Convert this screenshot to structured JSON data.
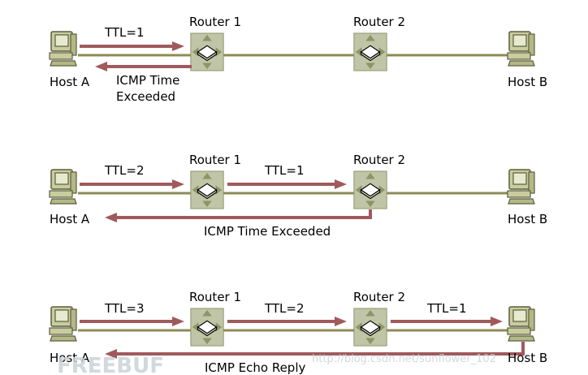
{
  "colors": {
    "link": "#8f8a56",
    "arrow": "#a05a5c",
    "router_fill": "#bfc5a6",
    "router_dark": "#8d9468",
    "host_fill": "#c9cc9c",
    "host_dark": "#5b5e3f",
    "watermark": "#c9d3d6"
  },
  "icons": {
    "host": "computer-icon",
    "router": "router-icon"
  },
  "scenarios": [
    {
      "host_a": "Host A",
      "host_b": "Host B",
      "router1": "Router 1",
      "router2": "Router 2",
      "ttl1": "TTL=1",
      "reply_line1": "ICMP Time",
      "reply_line2": "Exceeded"
    },
    {
      "host_a": "Host A",
      "host_b": "Host B",
      "router1": "Router 1",
      "router2": "Router 2",
      "ttl1": "TTL=2",
      "ttl2": "TTL=1",
      "reply": "ICMP Time Exceeded"
    },
    {
      "host_a": "Host A",
      "host_b": "Host B",
      "router1": "Router 1",
      "router2": "Router 2",
      "ttl1": "TTL=3",
      "ttl2": "TTL=2",
      "ttl3": "TTL=1",
      "reply": "ICMP Echo Reply"
    }
  ],
  "watermark": {
    "brand": "FREEBUF",
    "url": "http://blog.csdn.net/sunflower_102"
  }
}
